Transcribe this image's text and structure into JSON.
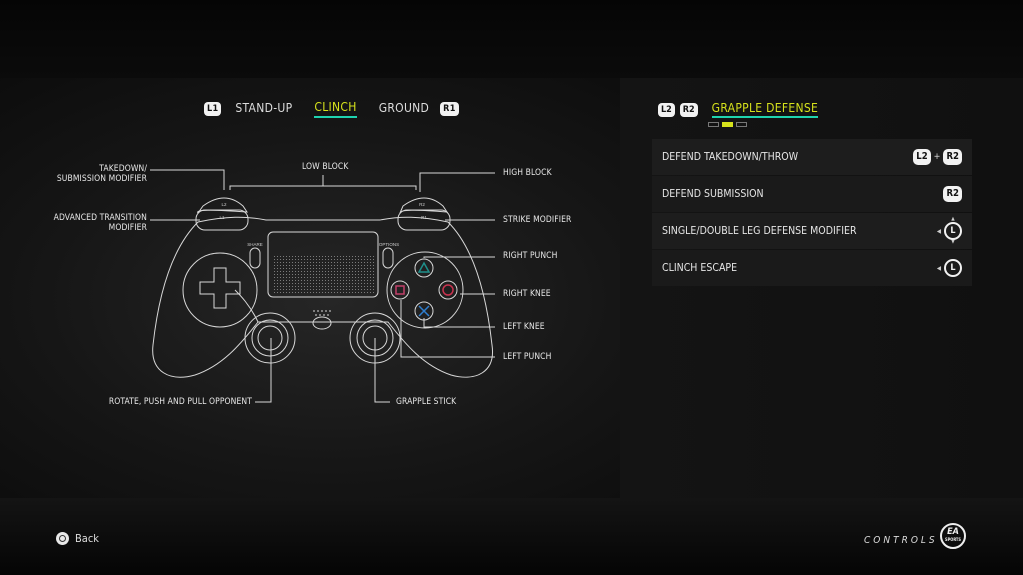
{
  "tabs": {
    "prev_key": "L1",
    "next_key": "R1",
    "items": [
      {
        "label": "STAND-UP",
        "active": false
      },
      {
        "label": "CLINCH",
        "active": true
      },
      {
        "label": "GROUND",
        "active": false
      }
    ]
  },
  "controller": {
    "labels": {
      "takedown": "TAKEDOWN/\nSUBMISSION MODIFIER",
      "advanced": "ADVANCED TRANSITION\nMODIFIER",
      "low_block": "LOW BLOCK",
      "high_block": "HIGH BLOCK",
      "strike_modifier": "STRIKE MODIFIER",
      "right_punch": "RIGHT PUNCH",
      "right_knee": "RIGHT KNEE",
      "left_knee": "LEFT KNEE",
      "left_punch": "LEFT PUNCH",
      "rotate": "ROTATE, PUSH AND PULL OPPONENT",
      "grapple_stick": "GRAPPLE STICK"
    },
    "button_marks": {
      "l2": "L2",
      "l1": "L1",
      "r2": "R2",
      "r1": "R1",
      "share": "SHARE",
      "options": "OPTIONS"
    },
    "colors": {
      "triangle": "#1f8f8a",
      "square": "#c2416a",
      "circle": "#c8334f",
      "cross": "#2f7fd0"
    }
  },
  "panel": {
    "keys": [
      "L2",
      "R2"
    ],
    "title": "GRAPPLE DEFENSE",
    "page_count": 3,
    "current_page": 2,
    "rows": [
      {
        "label": "DEFEND TAKEDOWN/THROW",
        "buttons": [
          "L2",
          "+",
          "R2"
        ]
      },
      {
        "label": "DEFEND SUBMISSION",
        "buttons": [
          "R2"
        ]
      },
      {
        "label": "SINGLE/DOUBLE LEG DEFENSE MODIFIER",
        "stick": "L",
        "icon": "left-stick-left-up-down-icon"
      },
      {
        "label": "CLINCH ESCAPE",
        "stick": "L",
        "icon": "left-stick-left-icon"
      }
    ]
  },
  "footer": {
    "back_label": "Back",
    "section": "CONTROLS",
    "logo": "EA SPORTS"
  },
  "accent": {
    "yellow": "#d6e21c",
    "teal": "#1fd3b0"
  }
}
